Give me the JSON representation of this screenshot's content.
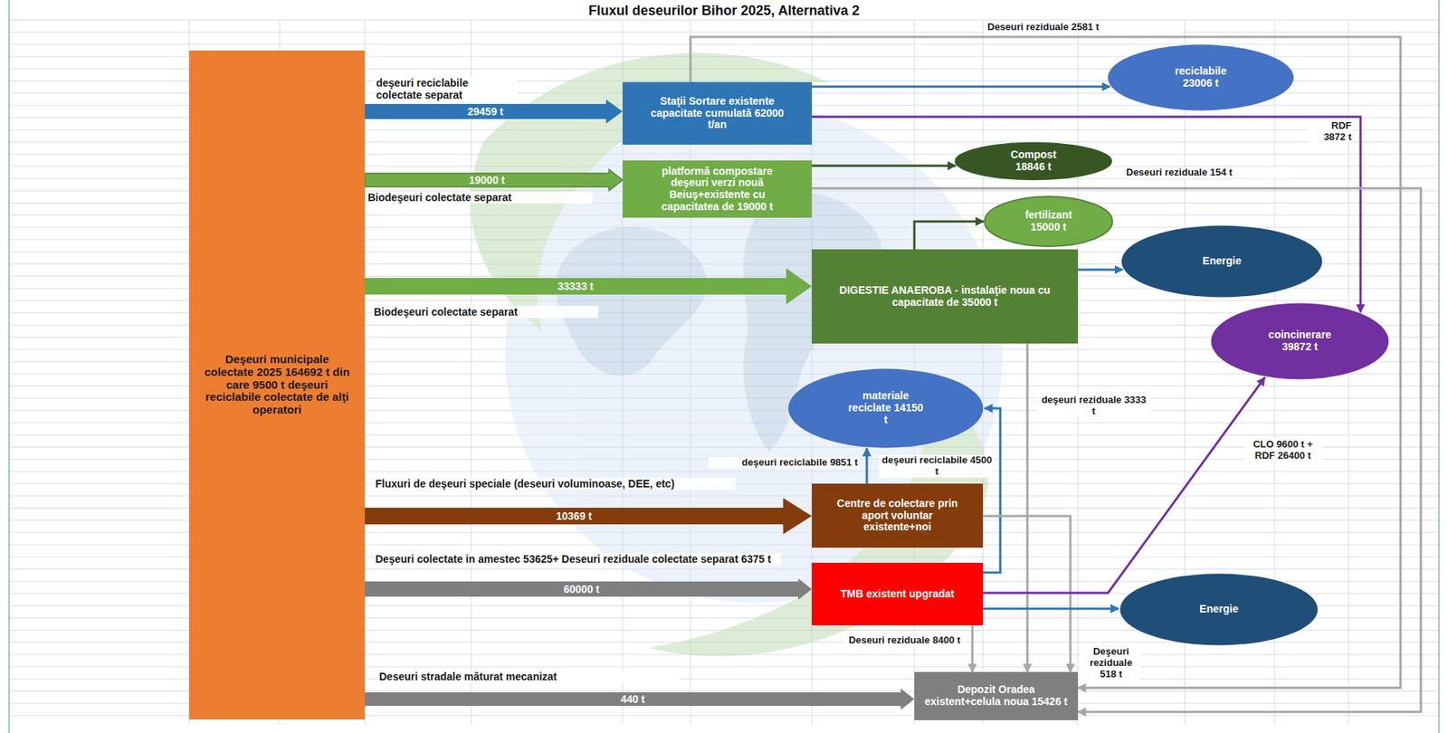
{
  "diagram": {
    "title": "Fluxul deseurilor Bihor 2025, Alternativa 2",
    "nodes": [
      {
        "text": [
          "Deşeuri municipale colectate 2025 164692 t din care 9500 t deşeuri reciclabile colectate de alţi operatori"
        ]
      },
      {
        "text": [
          "Staţii Sortare existente capacitate cumulată 62000 t/an"
        ]
      },
      {
        "text": [
          "reciclabile 23006 t"
        ]
      },
      {
        "text": [
          "platformă compostare deşeuri verzi nouă Beiuş+existente cu capacitatea de 19000 t"
        ]
      },
      {
        "text": [
          "Compost 18846 t"
        ]
      },
      {
        "text": [
          "fertilizant 15000 t"
        ]
      },
      {
        "text": [
          "DIGESTIE ANAEROBA - instalaţie noua cu capacitate de 35000 t"
        ]
      },
      {
        "text": [
          "Energie"
        ]
      },
      {
        "text": [
          "coincinerare 39872 t"
        ]
      },
      {
        "text": [
          "materiale reciclate 14150 t"
        ]
      },
      {
        "text": [
          "Centre de colectare prin aport voluntar existente+noi"
        ]
      },
      {
        "text": [
          "TMB existent upgradat"
        ]
      },
      {
        "text": [
          "Energie"
        ]
      },
      {
        "text": [
          "Depozit Oradea existent+celula noua 15426 t"
        ]
      }
    ],
    "edges": [
      {
        "from": 0,
        "to": 1,
        "arrow": "to",
        "label": "29459 t"
      },
      {
        "from": 0,
        "to": 3,
        "arrow": "to",
        "label": "19000 t"
      },
      {
        "from": 0,
        "to": 6,
        "arrow": "to",
        "label": "33333 t"
      },
      {
        "from": 0,
        "to": 10,
        "arrow": "to",
        "label": "10369 t"
      },
      {
        "from": 0,
        "to": 11,
        "arrow": "to",
        "label": "60000 t"
      },
      {
        "from": 0,
        "to": 13,
        "arrow": "to",
        "label": "440 t"
      },
      {
        "from": 1,
        "to": 2,
        "arrow": "to"
      },
      {
        "from": 1,
        "to": 8,
        "arrow": "to",
        "label": "RDF 3872 t"
      },
      {
        "from": 1,
        "to": 13,
        "arrow": "to",
        "label": "Deseuri reziduale 2581 t"
      },
      {
        "from": 3,
        "to": 4,
        "arrow": "to"
      },
      {
        "from": 3,
        "to": 13,
        "arrow": "to",
        "label": "Deseuri reziduale 154 t"
      },
      {
        "from": 6,
        "to": 5,
        "arrow": "to"
      },
      {
        "from": 6,
        "to": 7,
        "arrow": "to"
      },
      {
        "from": 6,
        "to": 13,
        "arrow": "to",
        "label": "deşeuri reziduale 3333 t"
      },
      {
        "from": 10,
        "to": 9,
        "arrow": "to",
        "label": "deşeuri reciclabile 9851 t"
      },
      {
        "from": 11,
        "to": 9,
        "arrow": "to",
        "label": "deşeuri reciclabile 4500 t"
      },
      {
        "from": 10,
        "to": 13,
        "arrow": "to",
        "label": "Deşeuri reziduale 518 t"
      },
      {
        "from": 11,
        "to": 13,
        "arrow": "to",
        "label": "Deseuri reziduale 8400 t"
      },
      {
        "from": 11,
        "to": 8,
        "arrow": "to",
        "label": "CLO 9600 t + RDF 26400 t"
      },
      {
        "from": 11,
        "to": 12,
        "arrow": "to"
      }
    ],
    "labels": [
      "deşeuri reciclabile colectate separat",
      "Biodeşeuri colectate separat",
      "Biodeşeuri colectate separat",
      "Fluxuri de deşeuri speciale (deseuri voluminoase, DEE, etc)",
      "Deşeuri colectate in amestec 53625+ Deseuri reziduale colectate separat 6375 t",
      "Deseuri stradale măturat mecanizat"
    ]
  }
}
